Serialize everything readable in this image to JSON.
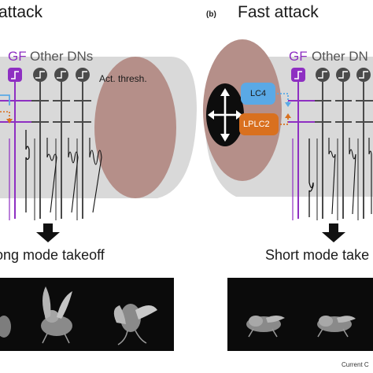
{
  "panel_a": {
    "title": "attack",
    "gf_label": "GF",
    "dns_label": "Other DNs",
    "threshold_label": "Act. thresh.",
    "outcome_label": "ong mode takeoff"
  },
  "panel_b": {
    "panel_label": "(b)",
    "title": "Fast attack",
    "gf_label": "GF",
    "dns_label": "Other DN",
    "lc4_label": "LC4",
    "lplc2_label": "LPLC2",
    "outcome_label": "Short mode take"
  },
  "credit": "Current C",
  "colors": {
    "gf": "#8e2fc2",
    "dn": "#4a4a4a",
    "threshold_region": "#b58f89",
    "brain": "#d9d9d9",
    "lc4": "#5aa9e6",
    "lplc2": "#d9701f",
    "photo_strip": "#0b0b0b"
  }
}
